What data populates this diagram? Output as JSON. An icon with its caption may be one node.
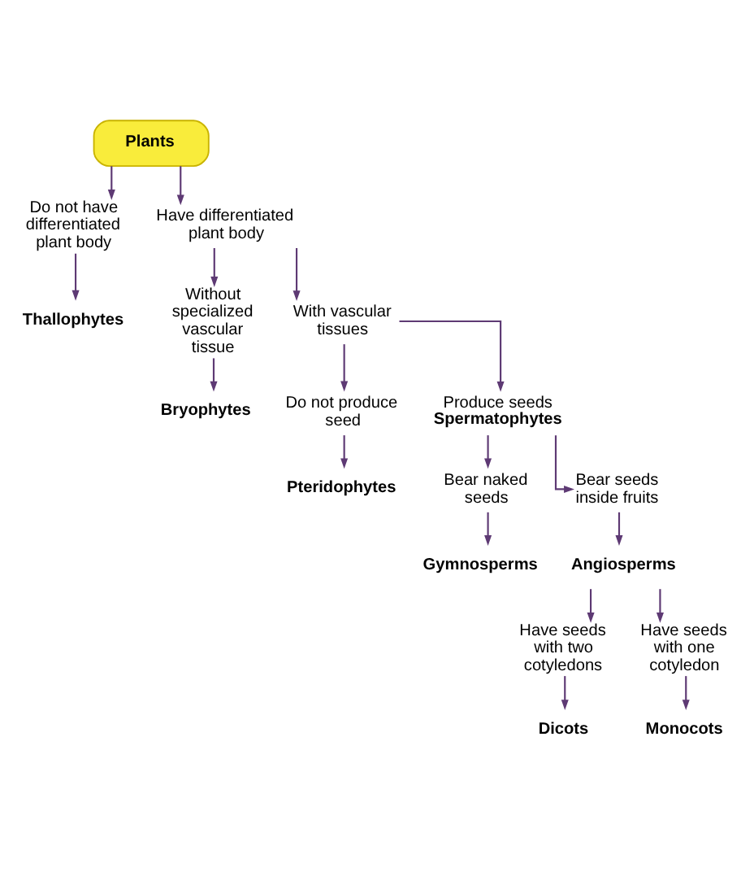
{
  "diagram": {
    "nodes": [
      {
        "text": [
          "Plants"
        ]
      },
      {
        "text": [
          "Do not have differentiated plant body"
        ]
      },
      {
        "text": [
          "Have differentiated plant body"
        ]
      },
      {
        "text": [
          "Without specialized vascular tissue"
        ]
      },
      {
        "text": [
          "With vascular tissues"
        ]
      },
      {
        "text": [
          "Thallophytes"
        ]
      },
      {
        "text": [
          "Bryophytes"
        ]
      },
      {
        "text": [
          "Do not produce seed"
        ]
      },
      {
        "text": [
          "Produce seeds",
          "Spermatophytes"
        ]
      },
      {
        "text": [
          "Pteridophytes"
        ]
      },
      {
        "text": [
          "Bear naked seeds"
        ]
      },
      {
        "text": [
          "Bear seeds inside fruits"
        ]
      },
      {
        "text": [
          "Gymnosperms"
        ]
      },
      {
        "text": [
          "Angiosperms"
        ]
      },
      {
        "text": [
          "Have seeds with two cotyledons"
        ]
      },
      {
        "text": [
          "Have seeds with one cotyledon"
        ]
      },
      {
        "text": [
          "Dicots"
        ]
      },
      {
        "text": [
          "Monocots"
        ]
      }
    ],
    "edges": [
      {
        "from": 0,
        "to": 1,
        "arrow": "to"
      },
      {
        "from": 0,
        "to": 2,
        "arrow": "to"
      },
      {
        "from": 1,
        "to": 5,
        "arrow": "to"
      },
      {
        "from": 2,
        "to": 3,
        "arrow": "to"
      },
      {
        "from": 2,
        "to": 4,
        "arrow": "to"
      },
      {
        "from": 3,
        "to": 6,
        "arrow": "to"
      },
      {
        "from": 4,
        "to": 7,
        "arrow": "to"
      },
      {
        "from": 4,
        "to": 8,
        "arrow": "to"
      },
      {
        "from": 7,
        "to": 9,
        "arrow": "to"
      },
      {
        "from": 8,
        "to": 10,
        "arrow": "to"
      },
      {
        "from": 8,
        "to": 11,
        "arrow": "to"
      },
      {
        "from": 10,
        "to": 12,
        "arrow": "to"
      },
      {
        "from": 11,
        "to": 13,
        "arrow": "to"
      },
      {
        "from": 13,
        "to": 14,
        "arrow": "to"
      },
      {
        "from": 13,
        "to": 15,
        "arrow": "to"
      },
      {
        "from": 14,
        "to": 16,
        "arrow": "to"
      },
      {
        "from": 15,
        "to": 17,
        "arrow": "to"
      }
    ]
  }
}
